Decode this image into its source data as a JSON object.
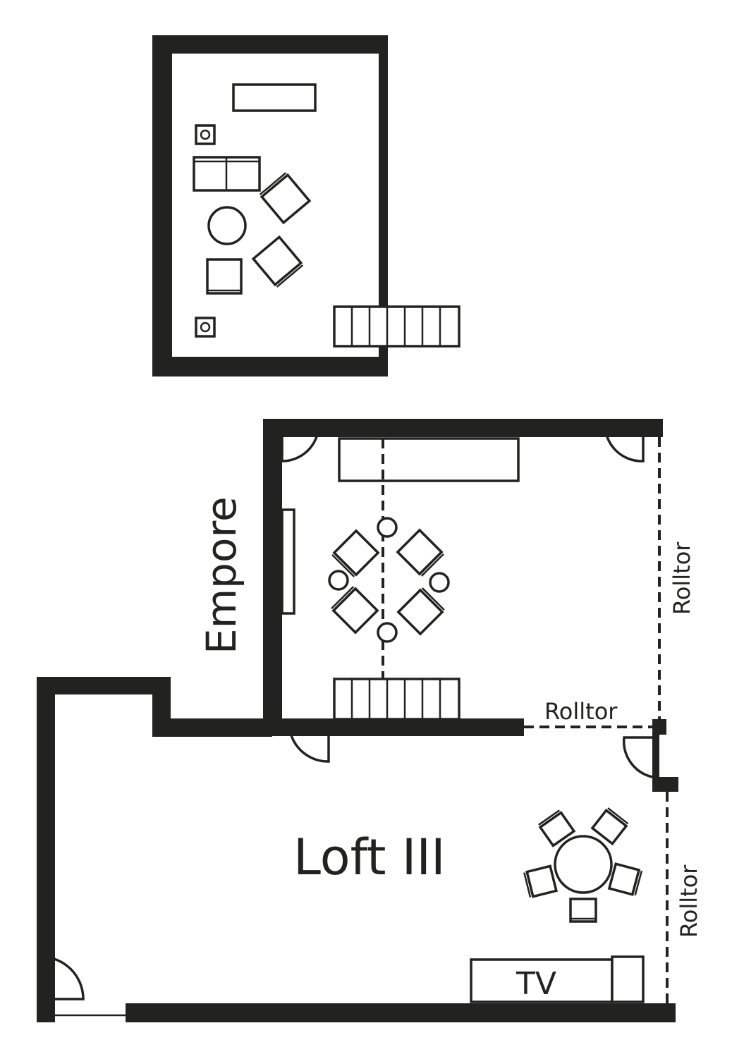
{
  "labels": {
    "loft": "Loft III",
    "empore": "Empore",
    "rolltor_right": "Rolltor",
    "rolltor_mid": "Rolltor",
    "rolltor_lower": "Rolltor",
    "tv": "TV"
  },
  "colors": {
    "ink": "#222220",
    "background": "#ffffff"
  }
}
